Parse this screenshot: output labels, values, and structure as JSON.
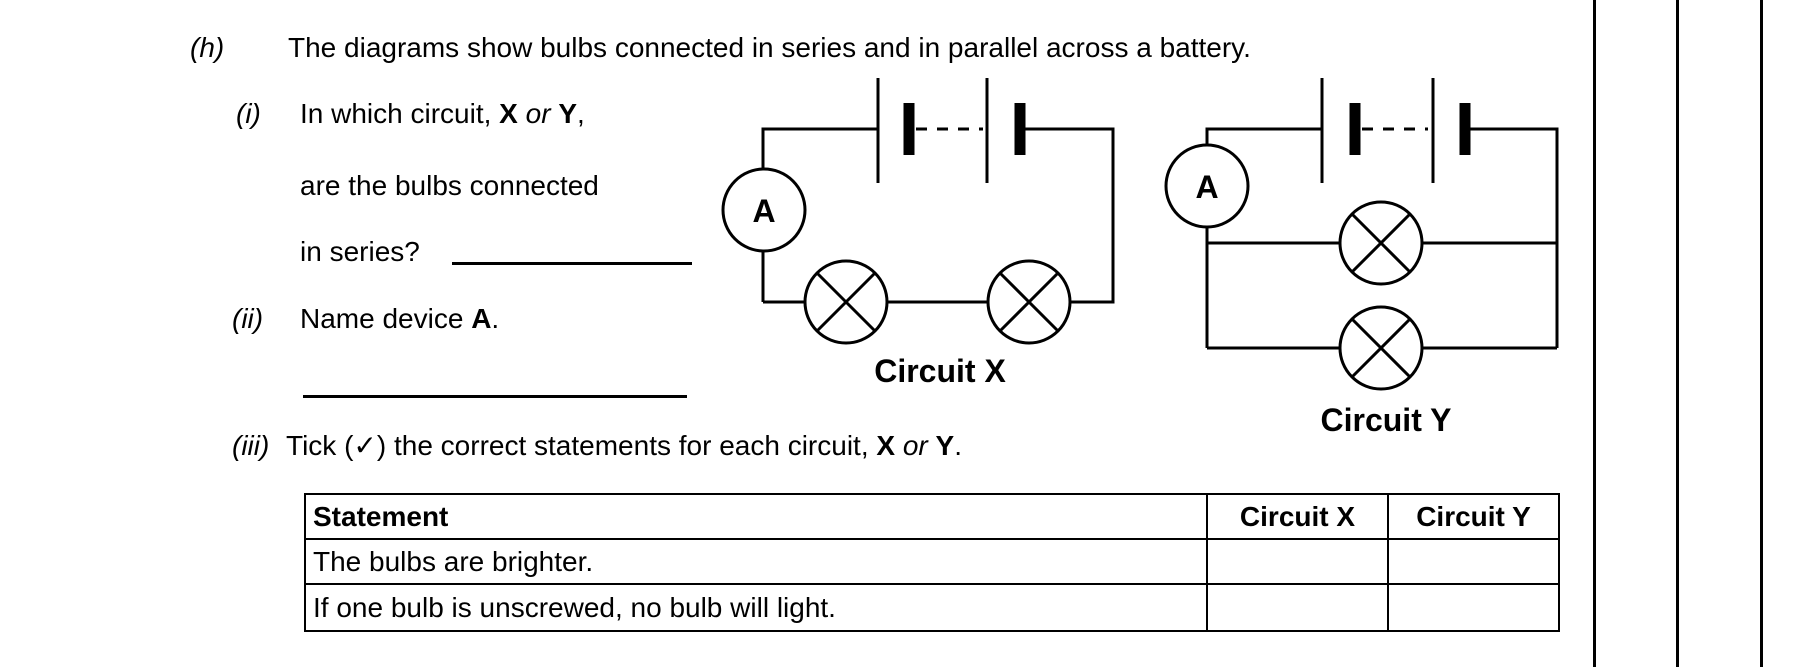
{
  "question": {
    "label": "(h)",
    "intro": "The diagrams show bulbs connected in series and in parallel across a battery.",
    "part_i": {
      "label": "(i)",
      "seg_pre": "In which circuit, ",
      "seg_x": "X",
      "seg_or": " or ",
      "seg_y": "Y",
      "seg_comma": ",",
      "line2": "are the bulbs connected",
      "line3": "in series?"
    },
    "part_ii": {
      "label": "(ii)",
      "seg_pre": "Name device ",
      "seg_a": "A",
      "seg_period": "."
    },
    "part_iii": {
      "label": "(iii)",
      "seg_pre": "Tick (",
      "tick": "✓",
      "seg_mid": ") the correct statements for each circuit, ",
      "seg_x": "X",
      "seg_or": " or ",
      "seg_y": "Y",
      "seg_period": "."
    }
  },
  "circuit_x": {
    "ammeter": "A",
    "caption": "Circuit X"
  },
  "circuit_y": {
    "ammeter": "A",
    "caption": "Circuit Y"
  },
  "table": {
    "headers": [
      "Statement",
      "Circuit X",
      "Circuit Y"
    ],
    "rows": [
      {
        "statement": "The bulbs are brighter.",
        "circuit_x": "",
        "circuit_y": ""
      },
      {
        "statement": "If one bulb is unscrewed, no bulb will light.",
        "circuit_x": "",
        "circuit_y": ""
      }
    ]
  },
  "colors": {
    "ink": "#000000",
    "paper": "#ffffff"
  }
}
